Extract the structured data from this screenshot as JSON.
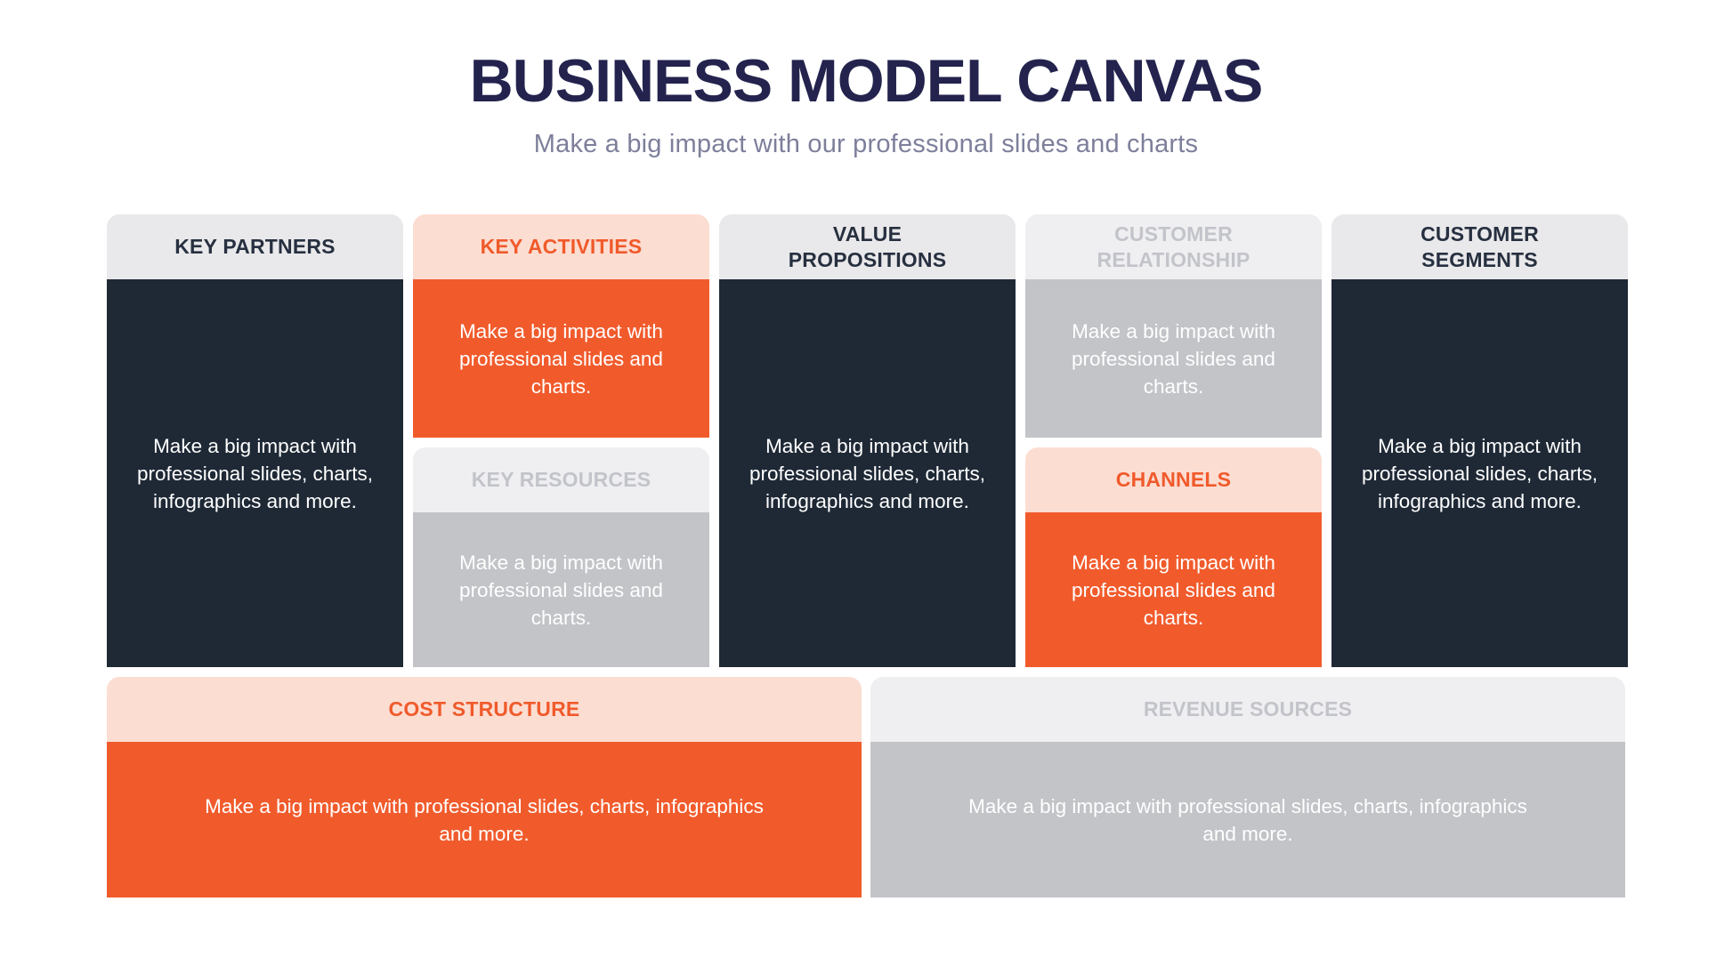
{
  "header": {
    "title": "BUSINESS MODEL CANVAS",
    "subtitle": "Make a big impact with our professional slides and charts"
  },
  "colors": {
    "title_navy": "#23234e",
    "subtitle_gray": "#7d7f9b",
    "dark_slate": "#1f2936",
    "orange": "#f15b2c",
    "peach_header_bg": "#fcddd2",
    "orange_header_text": "#f05a2b",
    "light_header_bg": "#e9e9eb",
    "dark_header_text": "#273040",
    "lighter_header_bg": "#efeff1",
    "gray_header_text": "#c2c4ca",
    "gray_body": "#c2c4c8",
    "body_text": "#ffffff"
  },
  "canvas": {
    "key_partners": {
      "title": "KEY PARTNERS",
      "body": "Make a big impact with professional slides, charts, infographics and more."
    },
    "key_activities": {
      "title": "KEY ACTIVITIES",
      "body": "Make a big impact with professional slides and charts."
    },
    "key_resources": {
      "title": "KEY RESOURCES",
      "body": "Make a big impact with professional slides and charts."
    },
    "value_propositions": {
      "title": "VALUE PROPOSITIONS",
      "body": "Make a big impact with professional slides, charts, infographics and more."
    },
    "customer_relationship": {
      "title": "CUSTOMER RELATIONSHIP",
      "body": "Make a big impact with professional slides and charts."
    },
    "channels": {
      "title": "CHANNELS",
      "body": "Make a big impact with professional slides and charts."
    },
    "customer_segments": {
      "title": "CUSTOMER SEGMENTS",
      "body": "Make a big impact with professional slides, charts, infographics and more."
    },
    "cost_structure": {
      "title": "COST STRUCTURE",
      "body": "Make a big impact with professional slides, charts, infographics and more."
    },
    "revenue_sources": {
      "title": "REVENUE SOURCES",
      "body": "Make a big impact with professional slides, charts, infographics and more."
    }
  }
}
